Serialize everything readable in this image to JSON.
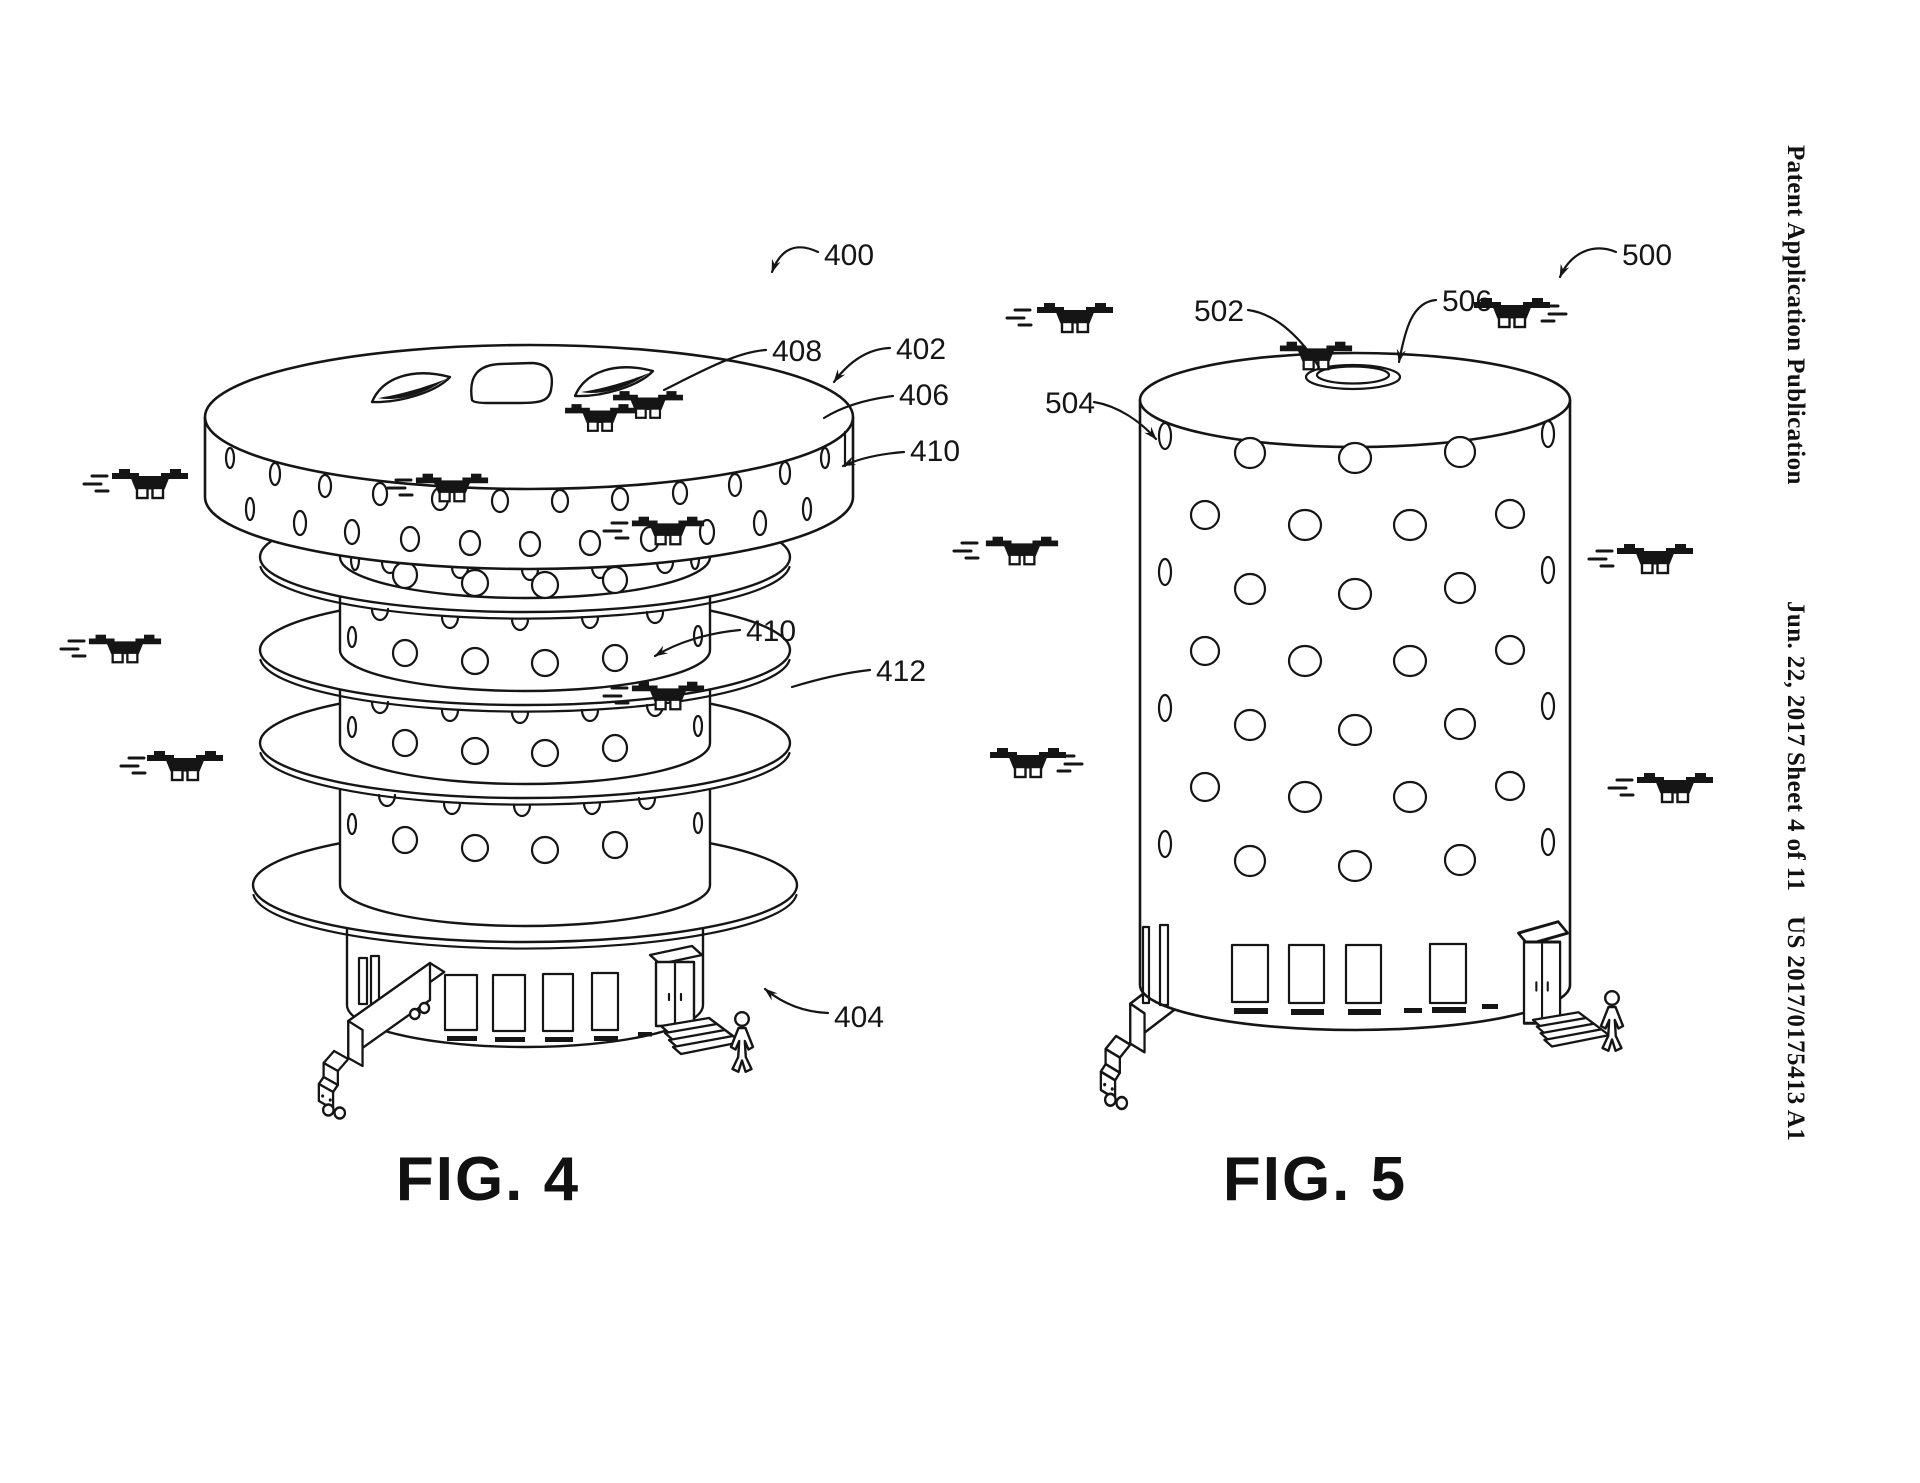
{
  "header": {
    "publication": "Patent Application Publication",
    "date": "Jun. 22, 2017",
    "sheet": "Sheet 4 of 11",
    "patent_number": "US 2017/0175413 A1"
  },
  "fig4": {
    "caption": "FIG. 4",
    "refs": {
      "r400": "400",
      "r408": "408",
      "r402": "402",
      "r406": "406",
      "r410_top": "410",
      "r410_mid": "410",
      "r412": "412",
      "r404": "404"
    }
  },
  "fig5": {
    "caption": "FIG. 5",
    "refs": {
      "r500": "500",
      "r502": "502",
      "r506": "506",
      "r504": "504"
    }
  }
}
